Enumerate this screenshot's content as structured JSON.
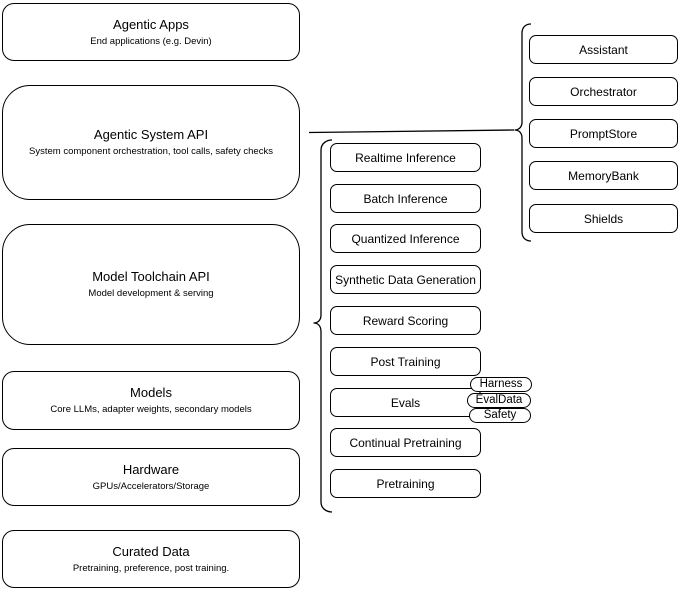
{
  "diagram": {
    "stack": [
      {
        "title": "Agentic Apps",
        "subtitle": "End applications (e.g. Devin)"
      },
      {
        "title": "Agentic System API",
        "subtitle": "System component orchestration, tool calls, safety checks"
      },
      {
        "title": "Model Toolchain API",
        "subtitle": "Model development & serving"
      },
      {
        "title": "Models",
        "subtitle": "Core LLMs, adapter weights, secondary models"
      },
      {
        "title": "Hardware",
        "subtitle": "GPUs/Accelerators/Storage"
      },
      {
        "title": "Curated Data",
        "subtitle": "Pretraining, preference, post training."
      }
    ],
    "toolchain_components": [
      "Realtime Inference",
      "Batch Inference",
      "Quantized Inference",
      "Synthetic Data Generation",
      "Reward Scoring",
      "Post Training",
      "Evals",
      "Continual Pretraining",
      "Pretraining"
    ],
    "evals_tags": [
      "Harness",
      "EvalData",
      "Safety"
    ],
    "system_components": [
      "Assistant",
      "Orchestrator",
      "PromptStore",
      "MemoryBank",
      "Shields"
    ],
    "colors": {
      "stroke": "#000000",
      "fill": "#ffffff",
      "text": "#000000",
      "background": "#ffffff"
    }
  }
}
